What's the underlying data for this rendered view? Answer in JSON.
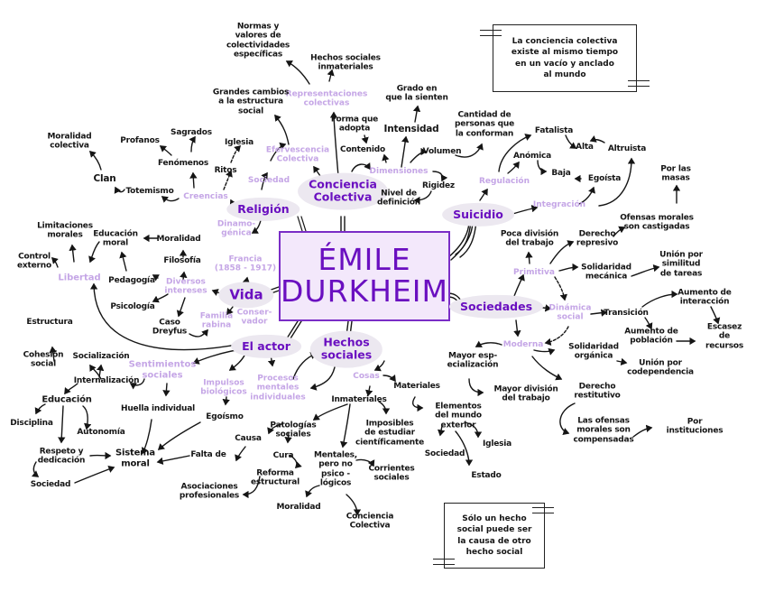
{
  "center": {
    "line1": "ÉMILE",
    "line2": "DURKHEIM"
  },
  "notes": {
    "top_right": "La conciencia colectiva\nexiste al mismo tiempo\nen un vacío y anclado\nal mundo",
    "bottom": "Sólo un hecho\nsocial puede ser\nla causa de otro\nhecho social"
  },
  "main_branches": {
    "conciencia": "Conciencia\nColectiva",
    "religion": "Religión",
    "suicidio": "Suicidio",
    "vida": "Vida",
    "sociedades": "Sociedades",
    "actor": "El actor",
    "hechos": "Hechos\nsociales"
  },
  "conciencia_branch": {
    "representaciones": "Representaciones\ncolectivas",
    "normas": "Normas y\nvalores de\ncolectividades\nespecíficas",
    "hechos_inmateriales": "Hechos sociales\ninmateriales",
    "efervescencia": "Efervescencia\nColectiva",
    "grandes_cambios": "Grandes cambios\na la estructura\nsocial",
    "dimensiones": "Dimensiones",
    "contenido": "Contenido",
    "forma": "Forma que\nadopta",
    "intensidad": "Intensidad",
    "grado": "Grado en\nque la sienten",
    "volumen": "Volumen",
    "cantidad": "Cantidad de\npersonas que\nla conforman",
    "rigidez": "Rigidez",
    "nivel": "Nivel de\ndefinición"
  },
  "religion_branch": {
    "sociedad": "Sociedad",
    "creencias": "Creencias",
    "ritos": "Ritos",
    "iglesia": "Iglesia",
    "fenomenos": "Fenómenos",
    "profanos": "Profanos",
    "sagrados": "Sagrados",
    "totemismo": "Totemismo",
    "clan": "Clan",
    "moralidad_colectiva": "Moralidad\ncolectiva",
    "dinamogenica": "Dinamo-\ngénica"
  },
  "vida_branch": {
    "francia": "Francia\n(1858 - 1917)",
    "diversos": "Diversos\nintereses",
    "filosofia": "Filosofía",
    "moralidad": "Moralidad",
    "educacion_moral": "Educación\nmoral",
    "pedagogia": "Pedagogía",
    "psicologia": "Psicología",
    "caso_dreyfus": "Caso\nDreyfus",
    "familia": "Familia\nrabina",
    "conservador": "Conser-\nvador",
    "liberdad": "Libertad",
    "limitaciones": "Limitaciones\nmorales",
    "control": "Control\nexterno"
  },
  "actor_branch": {
    "sentimientos": "Sentimientos\nsociales",
    "impulsos": "Impulsos\nbiológicos",
    "procesos": "Procesos\nmentales\nindividuales",
    "internalizacion": "Internalización",
    "cohesion": "Cohesión\nsocial",
    "estructura": "Estructura",
    "socializacion": "Socialización",
    "educacion": "Educación",
    "disciplina": "Disciplina",
    "autonomia": "Autonomía",
    "respeto": "Respeto y\ndedicación",
    "sociedad": "Sociedad",
    "sistema_moral": "Sistema\nmoral",
    "huella": "Huella individual",
    "egoismo": "Egoísmo",
    "falta": "Falta de"
  },
  "hechos_branch": {
    "cosas": "Cosas",
    "materiales": "Materiales",
    "inmateriales": "Inmateriales",
    "elementos": "Elementos\ndel mundo\nexterior",
    "sociedad": "Sociedad",
    "iglesia": "Iglesia",
    "estado": "Estado",
    "imposibles": "Imposibles\nde estudiar\ncientíficamente",
    "patologias": "Patologías\nsociales",
    "causa": "Causa",
    "cura": "Cura",
    "reforma": "Reforma\nestructural",
    "asociaciones": "Asociaciones\nprofesionales",
    "mentales": "Mentales,\npero no\npsico -\nlógicos",
    "corrientes": "Corrientes\nsociales",
    "moralidad": "Moralidad",
    "conciencia": "Conciencia\nColectiva"
  },
  "suicidio_branch": {
    "regulacion": "Regulación",
    "integracion": "Integración",
    "fatalista": "Fatalista",
    "anomica": "Anómica",
    "alta": "Alta",
    "altruista": "Altruista",
    "baja": "Baja",
    "egoista": "Egoísta"
  },
  "sociedades_branch": {
    "primitiva": "Primitiva",
    "poca_division": "Poca división\ndel trabajo",
    "derecho_represivo": "Derecho\nrepresivo",
    "ofensas_castigadas": "Ofensas morales\nson castigadas",
    "por_masas": "Por las\nmasas",
    "solidaridad_mecanica": "Solidaridad\nmecánica",
    "union_similitud": "Unión por\nsimilitud\nde tareas",
    "dinamica": "Dinámica\nsocial",
    "transicion": "Transición",
    "aumento_interaccion": "Aumento de\ninteracción",
    "aumento_poblacion": "Aumento de\npoblación",
    "escasez": "Escasez\nde recursos",
    "moderna": "Moderna",
    "mayor_especializacion": "Mayor esp-\necialización",
    "mayor_division": "Mayor división\ndel trabajo",
    "solidaridad_organica": "Solidaridad\norgánica",
    "union_codependencia": "Unión por\ncodependencia",
    "derecho_restitutivo": "Derecho\nrestitutivo",
    "ofensas_compensadas": "Las ofensas\nmorales son\ncompensadas",
    "por_instituciones": "Por instituciones"
  },
  "colors": {
    "main_text": "#6a0fc0",
    "secondary_text": "#c5a6e6",
    "center_fill": "#f3e8fb",
    "center_border": "#7a2dc6",
    "pill_fill": "#ece8f0",
    "ink": "#151515"
  }
}
